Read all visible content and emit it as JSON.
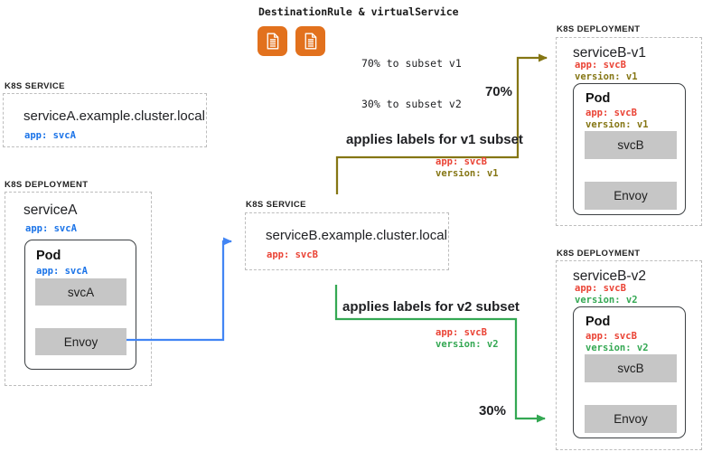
{
  "colors": {
    "blue_line": "#4285F4",
    "blue_text": "#1A73E8",
    "red": "#EA4335",
    "green": "#34A853",
    "olive": "#857614",
    "orange": "#E2711D",
    "container_gray": "#C6C6C6",
    "pod_border": "#3C4043",
    "dashed_border": "#BDBDBD",
    "text": "#202124"
  },
  "banner": {
    "title": "DestinationRule & virtualService",
    "icons": [
      "destinationrule-document-icon",
      "virtualservice-document-icon"
    ],
    "split_lines": [
      "70% to subset v1",
      "30% to subset v2"
    ]
  },
  "service_a": {
    "kind_label": "K8S SERVICE",
    "name": "serviceA.example.cluster.local",
    "selector": "app: svcA"
  },
  "service_b": {
    "kind_label": "K8S SERVICE",
    "name": "serviceB.example.cluster.local",
    "selector": "app: svcB"
  },
  "deployment_a": {
    "kind_label": "K8S DEPLOYMENT",
    "name": "serviceA",
    "app_label": "app: svcA",
    "pod": {
      "title": "Pod",
      "app_label": "app: svcA",
      "containers": [
        "svcA",
        "Envoy"
      ]
    }
  },
  "deployment_b1": {
    "kind_label": "K8S DEPLOYMENT",
    "name": "serviceB-v1",
    "app_label": "app: svcB",
    "version_label": "version: v1",
    "pod": {
      "title": "Pod",
      "app_label": "app: svcB",
      "version_label": "version: v1",
      "containers": [
        "svcB",
        "Envoy"
      ]
    }
  },
  "deployment_b2": {
    "kind_label": "K8S DEPLOYMENT",
    "name": "serviceB-v2",
    "app_label": "app: svcB",
    "version_label": "version: v2",
    "pod": {
      "title": "Pod",
      "app_label": "app: svcB",
      "version_label": "version: v2",
      "containers": [
        "svcB",
        "Envoy"
      ]
    }
  },
  "flow_v1": {
    "percent": "70%",
    "caption": "applies labels for v1 subset",
    "app_label": "app: svcB",
    "version_label": "version: v1"
  },
  "flow_v2": {
    "percent": "30%",
    "caption": "applies labels for v2 subset",
    "app_label": "app: svcB",
    "version_label": "version: v2"
  }
}
